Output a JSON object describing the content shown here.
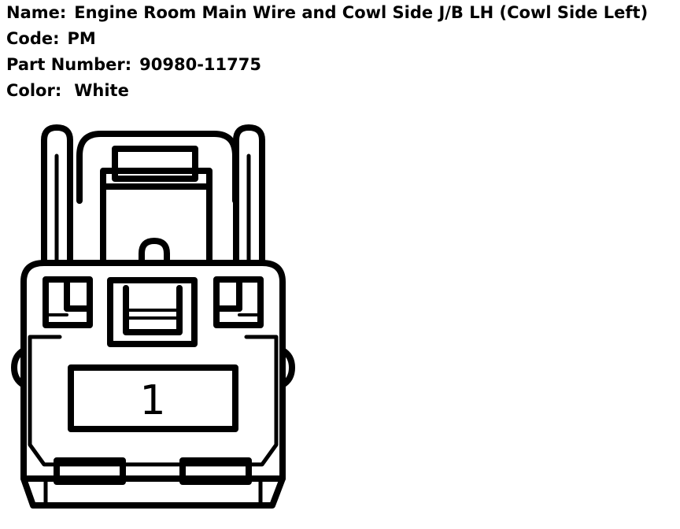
{
  "connector": {
    "name_label": "Name:",
    "name": "Engine Room Main Wire and Cowl Side J/B LH (Cowl Side Left)",
    "code_label": "Code:",
    "code": "PM",
    "part_label": "Part Number:",
    "part_number": "90980-11775",
    "color_label": "Color:",
    "color": "White"
  },
  "pins": [
    {
      "label": "1"
    }
  ],
  "colors": {
    "line": "#000000",
    "background": "#ffffff"
  }
}
